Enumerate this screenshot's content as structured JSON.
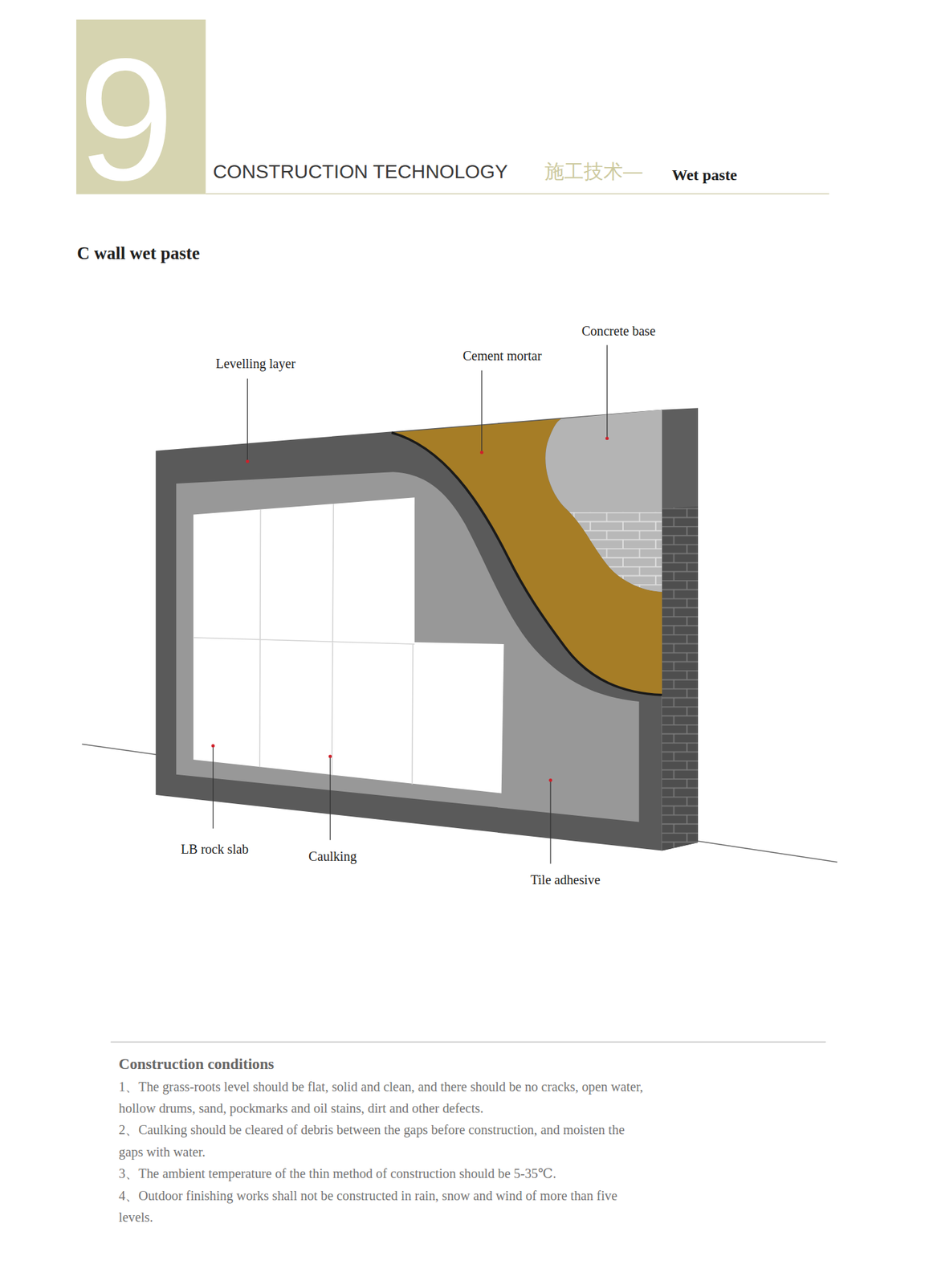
{
  "diagram": {
    "title": "C wall wet paste",
    "labels": [
      "9",
      "CONSTRUCTION TECHNOLOGY",
      "施工技术—",
      "Wet paste",
      "Levelling layer",
      "Cement mortar",
      "Concrete base",
      "LB rock slab",
      "Caulking",
      "Tile adhesive",
      "Construction conditions",
      "1、The grass-roots level should be flat, solid and clean, and there should be no cracks, open water, hollow drums, sand, pockmarks and oil stains, dirt and other defects.",
      "2、Caulking should be cleared of debris between the gaps before construction, and moisten the gaps with water.",
      "3、The ambient temperature of the thin method of construction should be 5-35℃.",
      "4、Outdoor finishing works shall not be constructed in rain, snow and wind of more than five levels."
    ]
  }
}
